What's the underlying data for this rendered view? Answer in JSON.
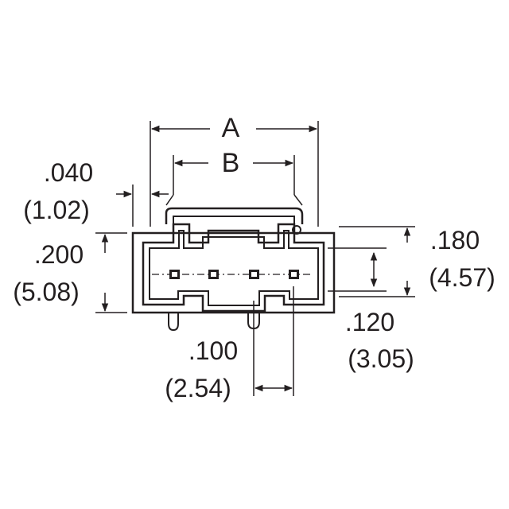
{
  "drawing": {
    "dimensions": {
      "a": {
        "label": "A"
      },
      "b": {
        "label": "B"
      },
      "d040": {
        "in": ".040",
        "mm": "(1.02)"
      },
      "d200": {
        "in": ".200",
        "mm": "(5.08)"
      },
      "d180": {
        "in": ".180",
        "mm": "(4.57)"
      },
      "d120": {
        "in": ".120",
        "mm": "(3.05)"
      },
      "d100": {
        "in": ".100",
        "mm": "(2.54)"
      }
    },
    "pin_count": 4,
    "line_color": "#231f20"
  }
}
